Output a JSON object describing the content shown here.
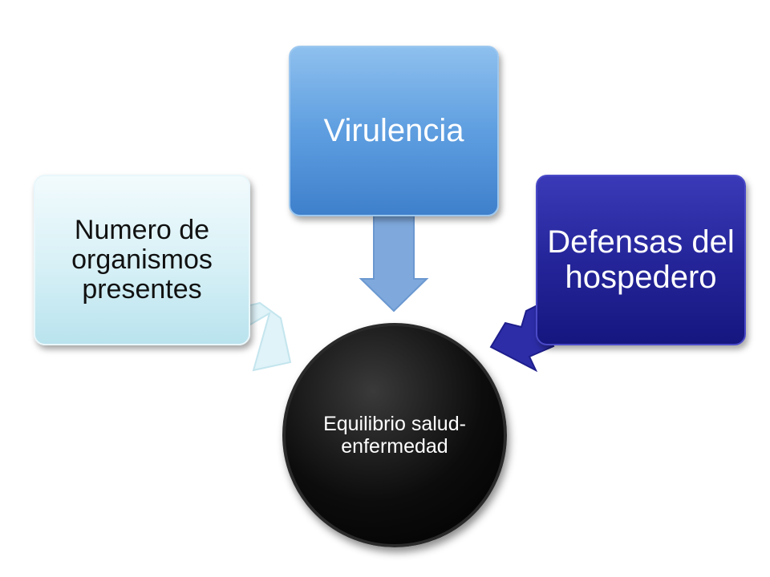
{
  "diagram": {
    "nodes": {
      "left": {
        "label": "Numero de organismos presentes"
      },
      "top": {
        "label": "Virulencia"
      },
      "right": {
        "label": "Defensas del hospedero"
      },
      "center": {
        "label": "Equilibrio salud-enfermedad"
      }
    },
    "colors": {
      "left_box": "#d6f0f6",
      "top_box": "#5e9ee0",
      "right_box": "#25259a",
      "center_circle": "#000000",
      "arrow_left": "#d9f1f7",
      "arrow_top": "#7fa9dc",
      "arrow_right": "#2b2ba6"
    }
  }
}
